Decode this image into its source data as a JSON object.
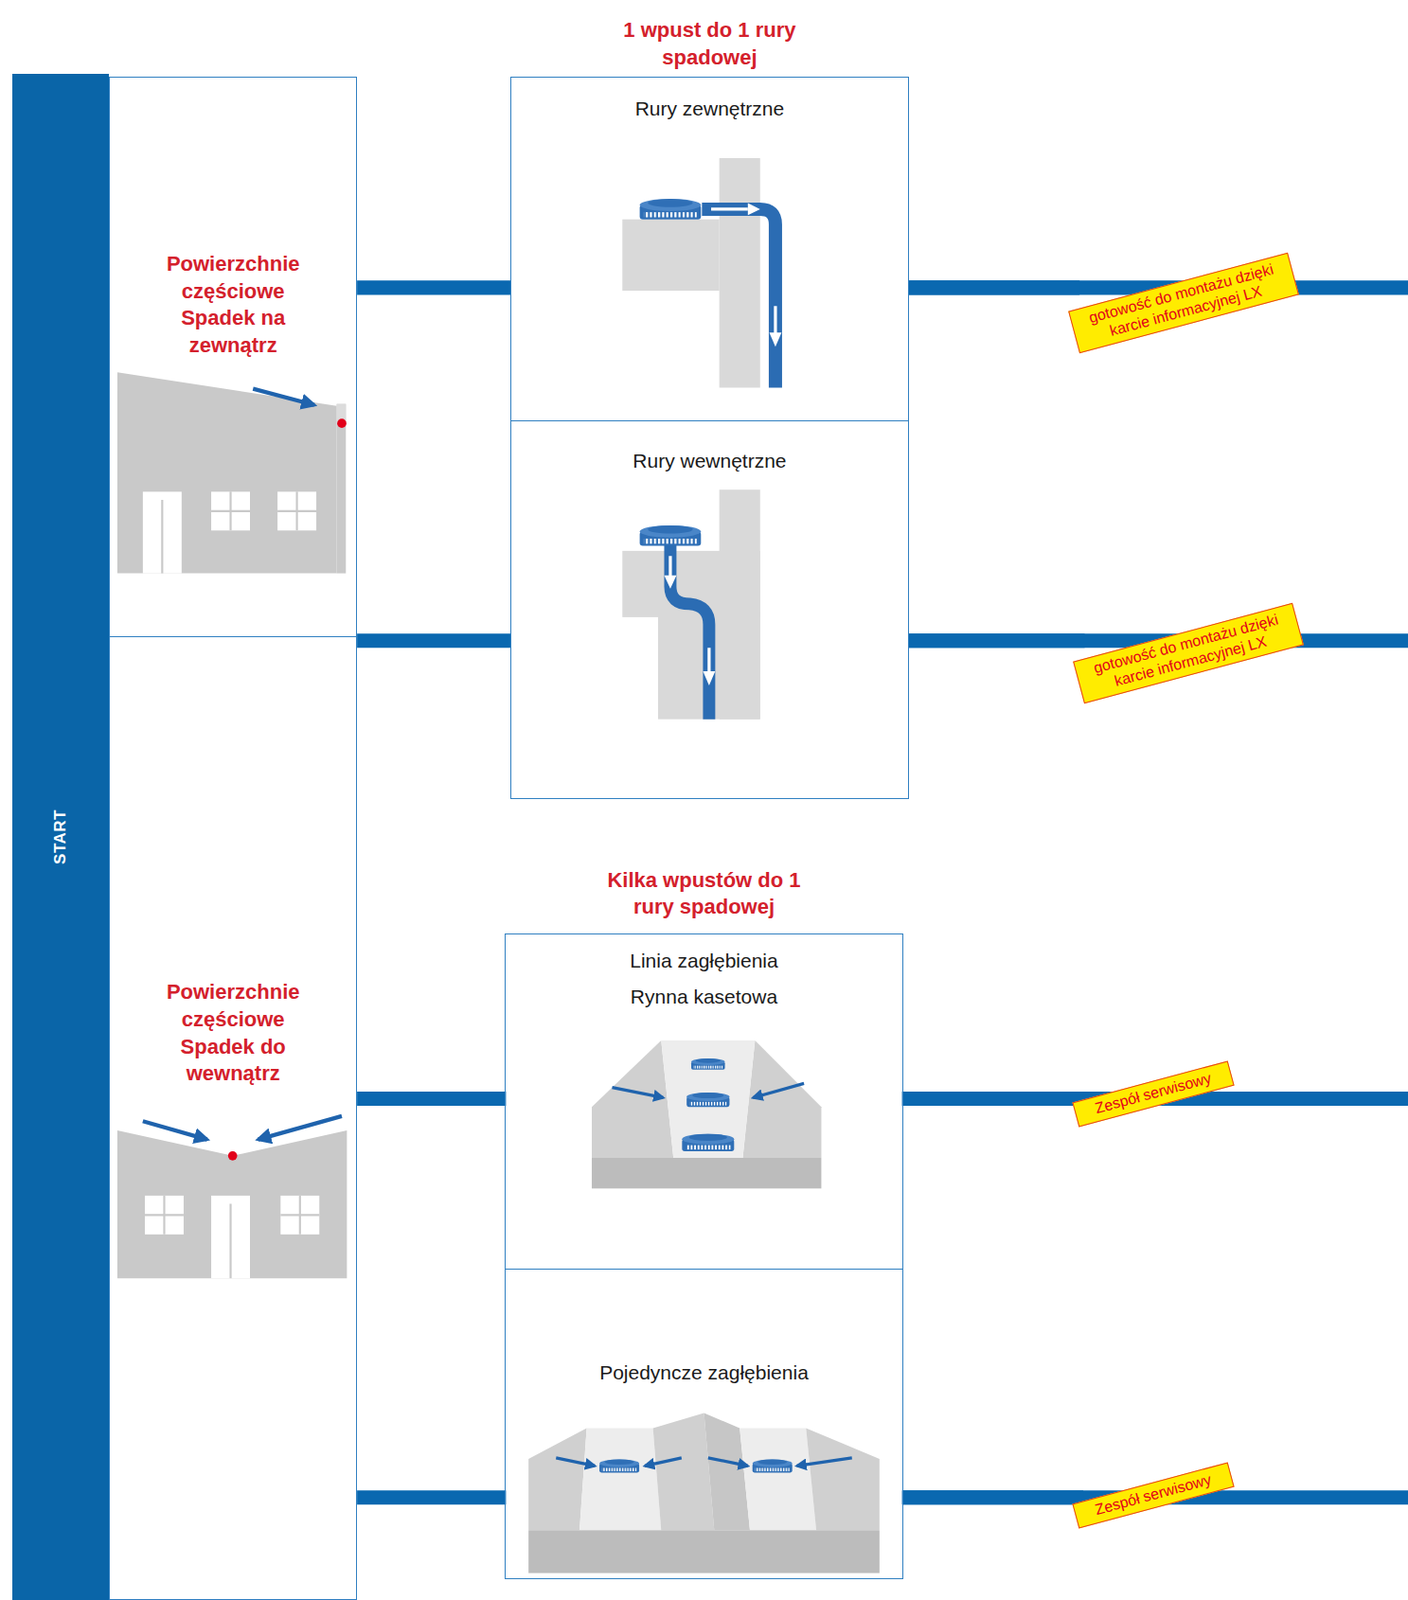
{
  "diagram": {
    "nodes": [
      {
        "text": [
          "START"
        ]
      },
      {
        "text": [
          "Powierzchnie częściowe Spadek na zewnątrz"
        ]
      },
      {
        "text": [
          "Powierzchnie częściowe Spadek do wewnątrz"
        ]
      },
      {
        "text": [
          "1 wpust do 1 rury spadowej"
        ]
      },
      {
        "text": [
          "Rury zewnętrzne"
        ],
        "in": 3
      },
      {
        "text": [
          "Rury wewnętrzne"
        ],
        "in": 3
      },
      {
        "text": [
          "Kilka wpustów do 1 rury spadowej"
        ]
      },
      {
        "text": [
          "Linia zagłębienia",
          "Rynna kasetowa"
        ],
        "in": 6
      },
      {
        "text": [
          "Pojedyncze zagłębienia"
        ],
        "in": 6
      },
      {
        "text": [
          "gotowość do montażu dzięki karcie informacyjnej LX"
        ]
      },
      {
        "text": [
          "gotowość do montażu dzięki karcie informacyjnej LX"
        ]
      },
      {
        "text": [
          "Zespół serwisowy"
        ]
      },
      {
        "text": [
          "Zespół serwisowy"
        ]
      }
    ],
    "edges": [
      {
        "from": 1,
        "to": 4,
        "arrow": "none"
      },
      {
        "from": 1,
        "to": 5,
        "arrow": "none"
      },
      {
        "from": 2,
        "to": 7,
        "arrow": "none"
      },
      {
        "from": 2,
        "to": 8,
        "arrow": "none"
      },
      {
        "from": 4,
        "to": 9,
        "arrow": "none"
      },
      {
        "from": 5,
        "to": 10,
        "arrow": "none"
      },
      {
        "from": 7,
        "to": 11,
        "arrow": "none"
      },
      {
        "from": 8,
        "to": 12,
        "arrow": "none"
      }
    ]
  }
}
